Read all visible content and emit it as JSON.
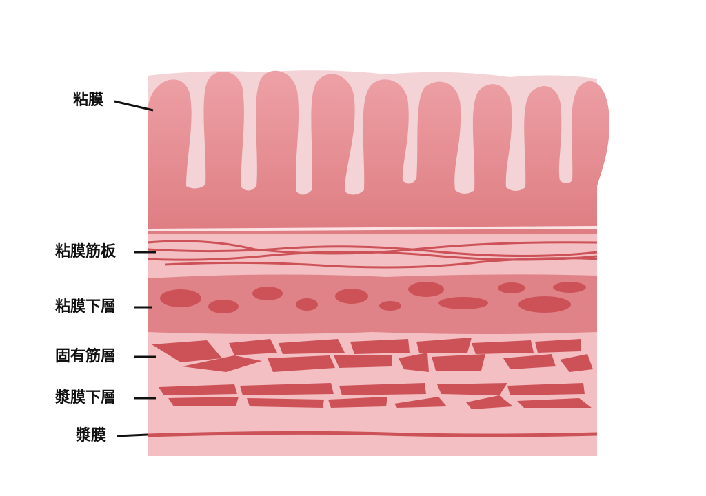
{
  "labels": {
    "mucosa": "粘膜",
    "muscularis_mucosae": "粘膜筋板",
    "submucosa": "粘膜下層",
    "muscularis_propria": "固有筋層",
    "subserosa": "漿膜下層",
    "serosa": "漿膜"
  },
  "colors": {
    "mucosa_light": "#eda1a6",
    "mucosa_dark": "#de7d82",
    "crypt": "#f3d3d5",
    "pale_layer": "#f3bfc2",
    "submucosa": "#e08388",
    "muscle": "#cc5258",
    "leader_line": "#111111"
  }
}
